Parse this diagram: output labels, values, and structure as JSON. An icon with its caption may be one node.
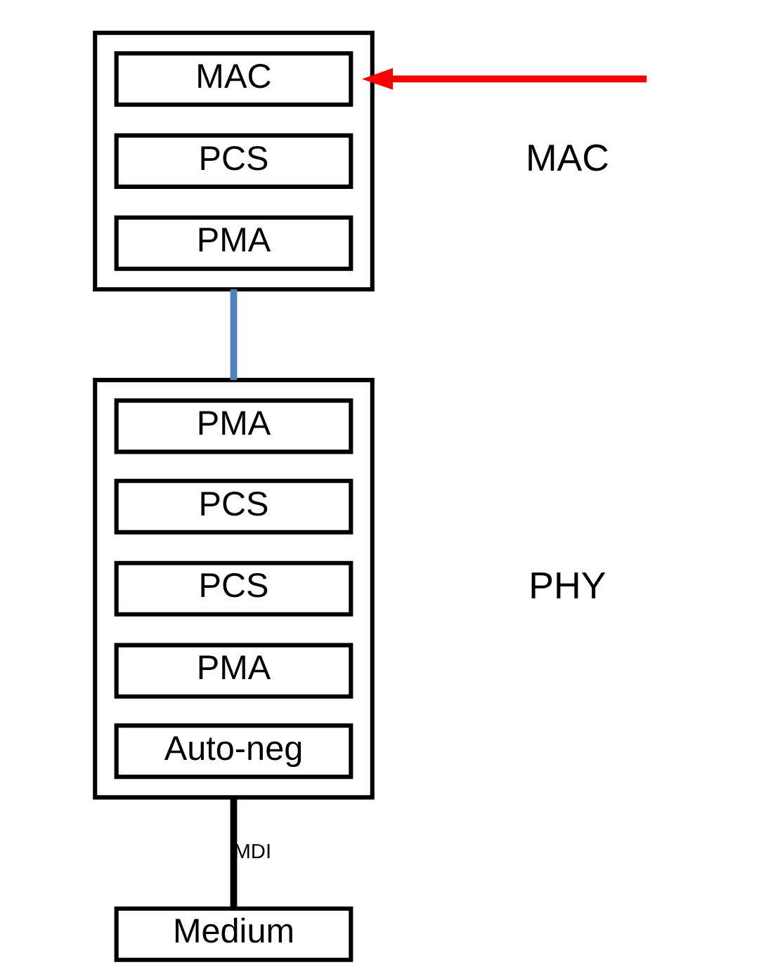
{
  "diagram": {
    "nodes": [
      {
        "text": [],
        "shape": "box"
      },
      {
        "text": [
          "MAC"
        ],
        "in": 0
      },
      {
        "text": [
          "PCS"
        ],
        "in": 0
      },
      {
        "text": [
          "PMA"
        ],
        "in": 0
      },
      {
        "text": [],
        "shape": "box"
      },
      {
        "text": [
          "PMA"
        ],
        "in": 4
      },
      {
        "text": [
          "PCS"
        ],
        "in": 4
      },
      {
        "text": [
          "PCS"
        ],
        "in": 4
      },
      {
        "text": [
          "PMA"
        ],
        "in": 4
      },
      {
        "text": [
          "Auto-neg"
        ],
        "in": 4
      },
      {
        "text": [
          "Medium"
        ]
      }
    ],
    "edges": [
      {
        "from": null,
        "to": 0,
        "arrow": "to",
        "color": "#ff0000"
      },
      {
        "from": 0,
        "to": 4,
        "arrow": "none",
        "color": "#4f81bd"
      },
      {
        "from": 4,
        "to": 10,
        "arrow": "none",
        "label": "MDI",
        "color": "#000000"
      }
    ],
    "labels": [
      "MAC",
      "PHY"
    ]
  }
}
